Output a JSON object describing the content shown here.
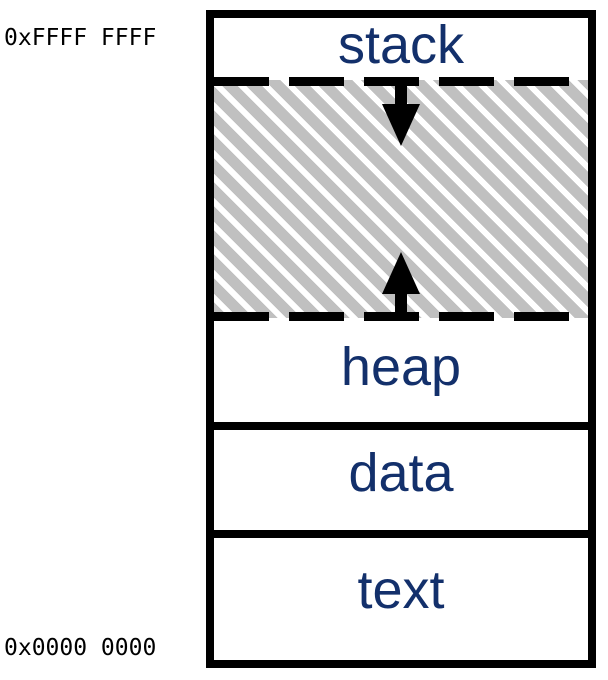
{
  "diagram": {
    "title": "process-virtual-address-space",
    "address_labels": {
      "top": "0xFFFF FFFF",
      "bottom": "0x0000 0000"
    },
    "segments": [
      {
        "id": "stack",
        "label": "stack",
        "fill": "white",
        "boundary_below": "dashed"
      },
      {
        "id": "free",
        "label": "",
        "fill": "diagonal-hatch",
        "boundary_below": "dashed"
      },
      {
        "id": "heap",
        "label": "heap",
        "fill": "white",
        "boundary_below": "solid"
      },
      {
        "id": "data",
        "label": "data",
        "fill": "white",
        "boundary_below": "solid"
      },
      {
        "id": "text",
        "label": "text",
        "fill": "white",
        "boundary_below": "solid"
      }
    ],
    "arrows": [
      {
        "id": "stack-growth",
        "direction": "down",
        "from": "stack",
        "into": "free"
      },
      {
        "id": "heap-growth",
        "direction": "up",
        "from": "heap",
        "into": "free"
      }
    ],
    "colors": {
      "label_text": "#13306b",
      "border": "#000000",
      "hatch": "#c0c0c0",
      "background": "#ffffff",
      "address_text": "#000000"
    }
  }
}
